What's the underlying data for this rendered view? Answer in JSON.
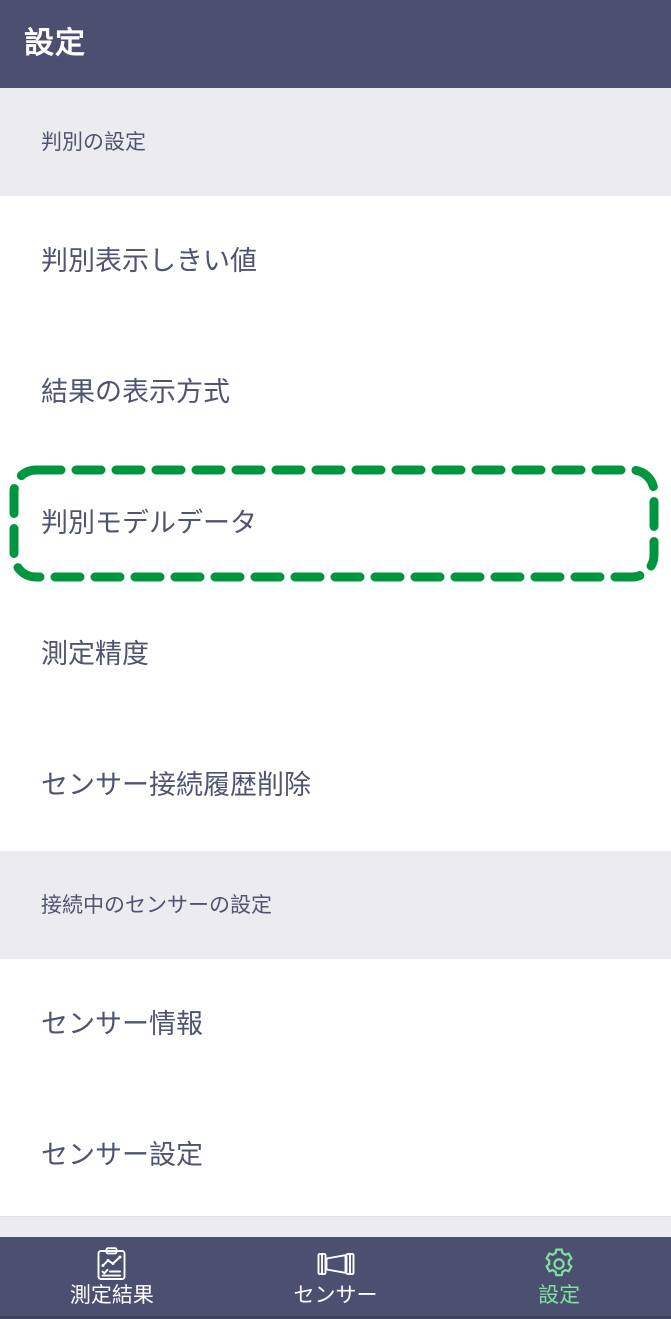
{
  "appbar": {
    "title": "設定"
  },
  "colors": {
    "header_bg": "#4c5070",
    "section_bg": "#ececf0",
    "list_text": "#4f5472",
    "highlight_green": "#009640",
    "nav_active_green": "#80e0a0",
    "nav_bg": "#4c5070"
  },
  "sections": [
    {
      "id": "discrimination-settings",
      "header": "判別の設定",
      "items": [
        {
          "id": "threshold",
          "label": "判別表示しきい値",
          "highlighted": false
        },
        {
          "id": "result-display-mode",
          "label": "結果の表示方式",
          "highlighted": false
        },
        {
          "id": "model-data",
          "label": "判別モデルデータ",
          "highlighted": true
        },
        {
          "id": "measurement-accuracy",
          "label": "測定精度",
          "highlighted": false
        },
        {
          "id": "delete-sensor-history",
          "label": "センサー接続履歴削除",
          "highlighted": false
        }
      ]
    },
    {
      "id": "connected-sensor-settings",
      "header": "接続中のセンサーの設定",
      "items": [
        {
          "id": "sensor-info",
          "label": "センサー情報",
          "highlighted": false
        },
        {
          "id": "sensor-settings",
          "label": "センサー設定",
          "highlighted": false
        }
      ]
    }
  ],
  "bottom_nav": {
    "items": [
      {
        "id": "results",
        "label": "測定結果",
        "icon": "clipboard-chart-icon",
        "active": false
      },
      {
        "id": "sensor",
        "label": "センサー",
        "icon": "sensor-module-icon",
        "active": false
      },
      {
        "id": "settings",
        "label": "設定",
        "icon": "gear-icon",
        "active": true
      }
    ]
  }
}
